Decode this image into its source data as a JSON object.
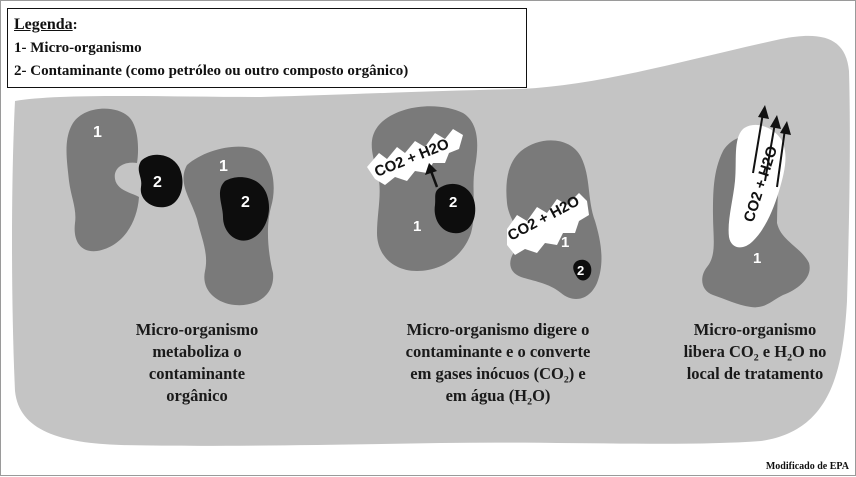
{
  "legend": {
    "title": "Legenda",
    "title_suffix": ":",
    "item1": "1- Micro-organismo",
    "item2": "2- Contaminante (como petróleo ou outro composto orgânico)"
  },
  "labels": {
    "microorganism": "1",
    "contaminant": "2",
    "co2_h2o": "CO2 + H2O"
  },
  "captions": {
    "step1": [
      "Micro-organismo",
      "metaboliza o",
      "contaminante",
      "orgânico"
    ],
    "step2": [
      "Micro-organismo digere o",
      "contaminante e o converte",
      "em gases inócuos (CO₂) e",
      "em água (H₂O)"
    ],
    "step3": [
      "Micro-organismo",
      "libera CO₂ e H₂O no",
      "local de tratamento"
    ]
  },
  "credit": "Modificado de EPA",
  "colors": {
    "background_blob": "#c4c4c4",
    "microorganism": "#7a7a7a",
    "contaminant": "#0d0d0d",
    "gas_cloud": "#ffffff"
  }
}
